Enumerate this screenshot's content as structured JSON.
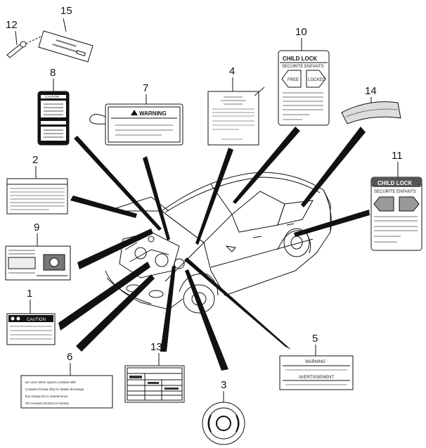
{
  "callouts": {
    "n1": "1",
    "n2": "2",
    "n3": "3",
    "n4": "4",
    "n5": "5",
    "n6": "6",
    "n7": "7",
    "n8": "8",
    "n9": "9",
    "n10": "10",
    "n11": "11",
    "n12": "12",
    "n13": "13",
    "n14": "14",
    "n15": "15"
  },
  "labels": {
    "caution_1": "CAUTION",
    "caution_8": "CAUTION",
    "warning_7": "WARNING",
    "child_lock_10": "CHILD LOCK",
    "securite_10": "SECURITE ENFANTS",
    "free_10": "FREE",
    "locked_10": "LOCKED",
    "child_lock_11": "CHILD LOCK",
    "securite_11": "SECURITE ENFANTS",
    "warning_5": "WARNING",
    "avertissement_5": "AVERTISSEMENT"
  },
  "label6_lines": [
    "air    cond    ontive    system    contains    with",
    "Contains  R134a ohly    for    details  discharge",
    "tiny        charge  kit    cs    maintenance",
    "Oil    Contains  R134a  lce  Oressa"
  ],
  "colors": {
    "ink": "#111111",
    "label_fill": "#ffffff",
    "dark_band": "#222222",
    "sticker_gray": "#cfcfcf"
  }
}
